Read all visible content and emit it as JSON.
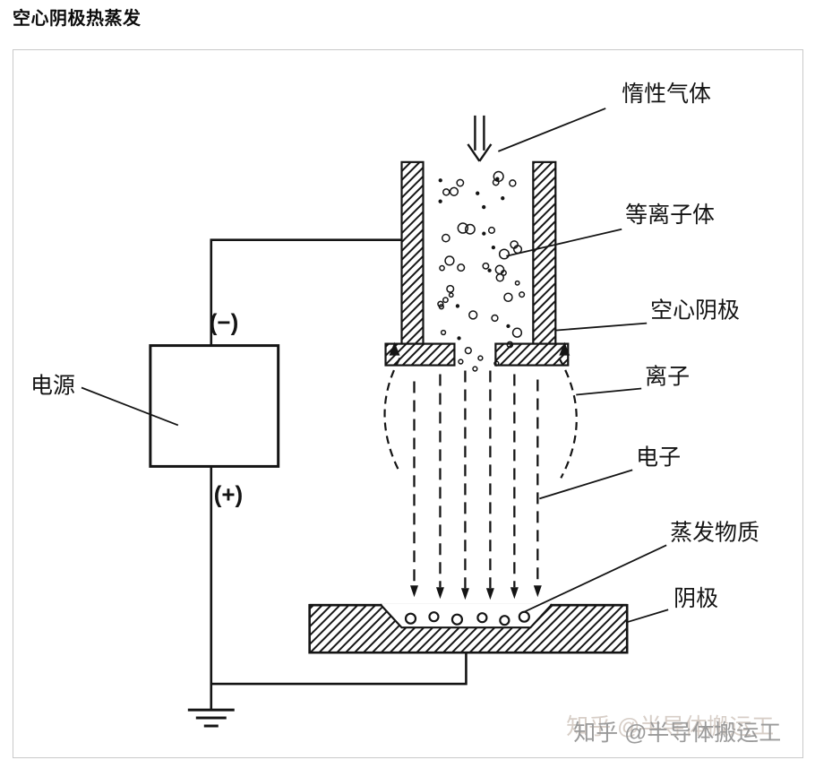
{
  "page": {
    "title": "空心阴极热蒸发"
  },
  "diagram": {
    "labels": {
      "inert_gas": "惰性气体",
      "plasma": "等离子体",
      "hollow_cathode": "空心阴极",
      "ions": "离子",
      "electrons": "电子",
      "evap_material": "蒸发物质",
      "bottom_electrode": "阴极",
      "power_supply": "电源",
      "negative_terminal": "(−)",
      "positive_terminal": "(+)"
    },
    "watermark": "知乎 @半导体搬运工"
  }
}
